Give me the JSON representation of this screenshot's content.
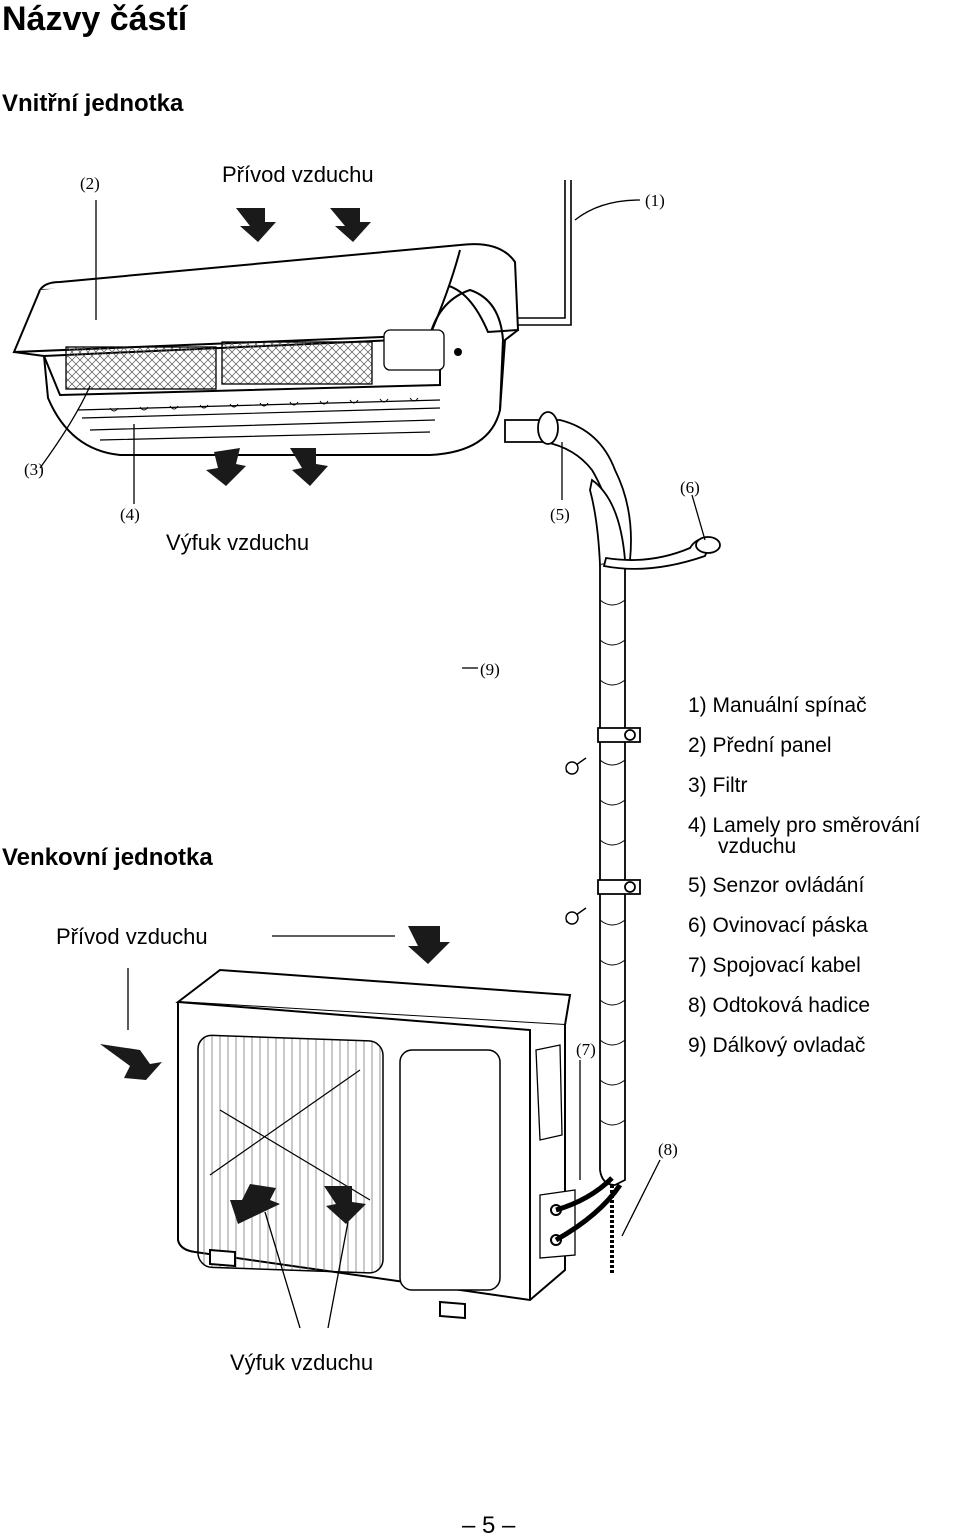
{
  "title": "Názvy částí",
  "indoor": {
    "heading": "Vnitřní jednotka",
    "air_intake": "Přívod vzduchu",
    "air_outlet": "Výfuk vzduchu"
  },
  "outdoor": {
    "heading": "Venkovní jednotka",
    "air_intake": "Přívod vzduchu",
    "air_outlet": "Výfuk vzduchu"
  },
  "callouts": {
    "c1": "(1)",
    "c2": "(2)",
    "c3": "(3)",
    "c4": "(4)",
    "c5": "(5)",
    "c6": "(6)",
    "c7": "(7)",
    "c8": "(8)",
    "c9": "(9)"
  },
  "legend": [
    {
      "text": "1) Manuální spínač"
    },
    {
      "text": "2) Přední panel"
    },
    {
      "text": "3) Filtr"
    },
    {
      "text": "4) Lamely pro směrování",
      "cont": "vzduchu"
    },
    {
      "text": "5) Senzor ovládání"
    },
    {
      "text": "6) Ovinovací páska"
    },
    {
      "text": "7) Spojovací kabel"
    },
    {
      "text": "8) Odtoková hadice"
    },
    {
      "text": "9) Dálkový ovladač"
    }
  ],
  "page_number": "5"
}
